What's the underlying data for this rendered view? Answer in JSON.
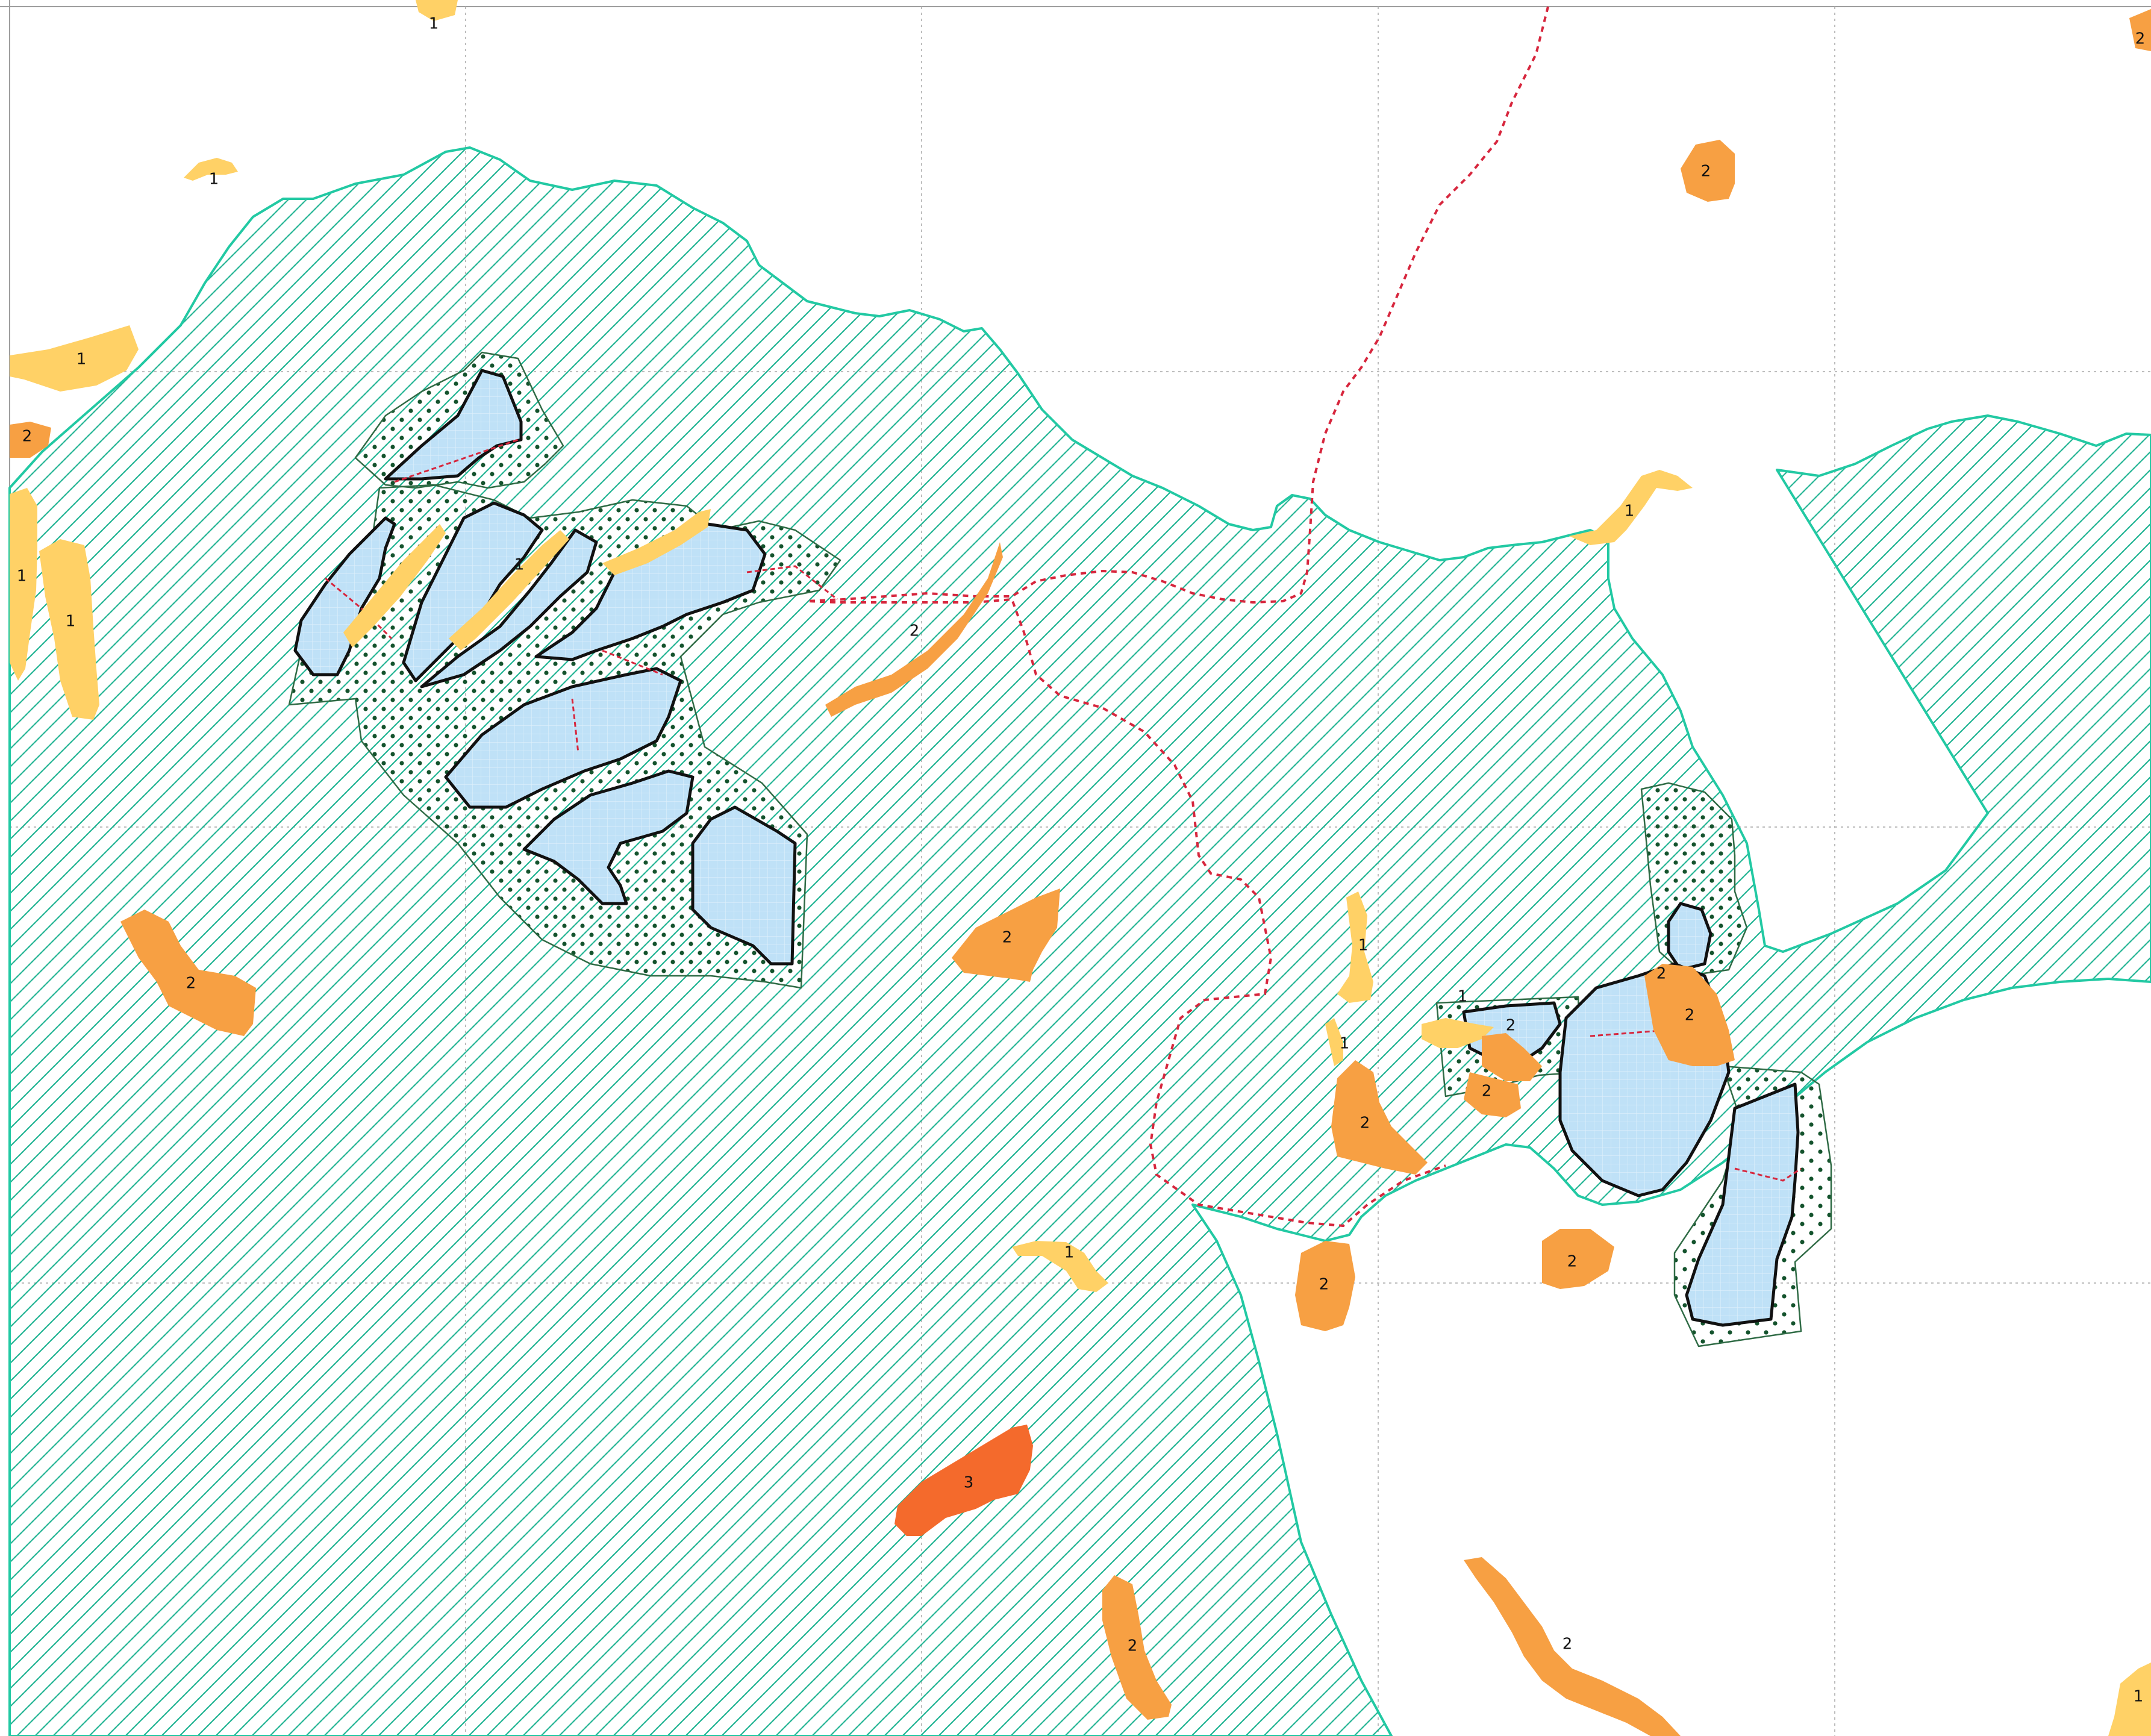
{
  "colors": {
    "background": "#ffffff",
    "grid": "#bdbdbd",
    "zone_stroke": "#22c9a3",
    "zone_hatch": "#22b493",
    "parcel_fill": "#bfe1f7",
    "parcel_stroke": "#111111",
    "buffer_dots": "#14532d",
    "buffer_stroke": "#2f6b45",
    "boundary_red": "#d7263d",
    "class_1": "#ffd166",
    "class_2": "#f7a043",
    "class_3": "#f46a2c"
  },
  "icons": [
    "map-hatch-pattern",
    "map-dot-pattern",
    "map-grid-pattern"
  ],
  "labels": {
    "l01": "1",
    "l02": "1",
    "l03": "1",
    "l04": "1",
    "l05": "1",
    "l06": "1",
    "l07": "1",
    "l08": "1",
    "l09": "1",
    "l10": "1",
    "l11": "1",
    "l12": "1",
    "l13": "2",
    "l14": "2",
    "l15": "2",
    "l16": "2",
    "l17": "2",
    "l18": "2",
    "l19": "2",
    "l20": "2",
    "l21": "2",
    "l22": "2",
    "l23": "2",
    "l24": "2",
    "l25": "2",
    "l26": "2",
    "l27": "2",
    "l28": "3"
  }
}
